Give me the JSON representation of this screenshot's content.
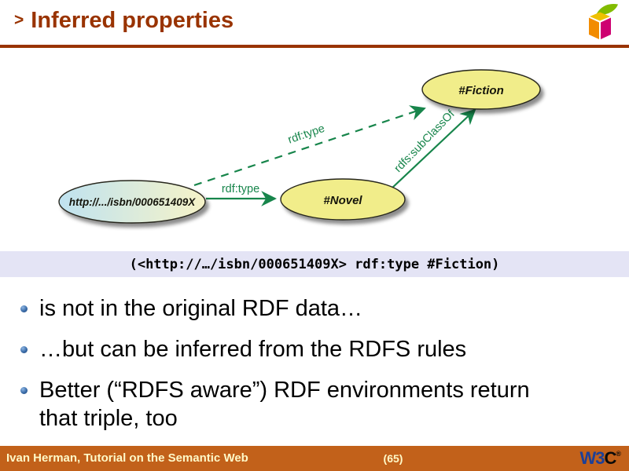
{
  "header": {
    "marker": ">",
    "title": "Inferred properties"
  },
  "diagram": {
    "nodes": [
      {
        "id": "isbn",
        "label": "http://.../isbn/000651409X"
      },
      {
        "id": "novel",
        "label": "#Novel"
      },
      {
        "id": "fiction",
        "label": "#Fiction"
      }
    ],
    "edges": [
      {
        "from": "isbn",
        "to": "novel",
        "label": "rdf:type",
        "style": "solid"
      },
      {
        "from": "novel",
        "to": "fiction",
        "label": "rdfs:subClassOf",
        "style": "solid"
      },
      {
        "from": "isbn",
        "to": "fiction",
        "label": "rdf:type",
        "style": "dashed"
      }
    ]
  },
  "statement": "(<http://…/isbn/000651409X> rdf:type #Fiction)",
  "bullets": [
    "is not in the original RDF data…",
    "…but can be inferred from the RDFS rules",
    "Better (“RDFS aware”) RDF environments return that triple, too"
  ],
  "footer": {
    "author": "Ivan Herman, Tutorial on the Semantic Web",
    "page": "(65)",
    "logo_w3": "W3",
    "logo_c": "C",
    "logo_reg": "®"
  },
  "colors": {
    "title": "#993300",
    "edge_green": "#17854B",
    "node_yellow": "#F1ED8A",
    "node_gradient_left": "#BFE2F0",
    "node_gradient_right": "#F6F3C8",
    "statement_bg": "#E4E4F5",
    "footer_bg": "#C2611A",
    "footer_text": "#FFF9C8",
    "w3c_blue": "#1C4098"
  }
}
